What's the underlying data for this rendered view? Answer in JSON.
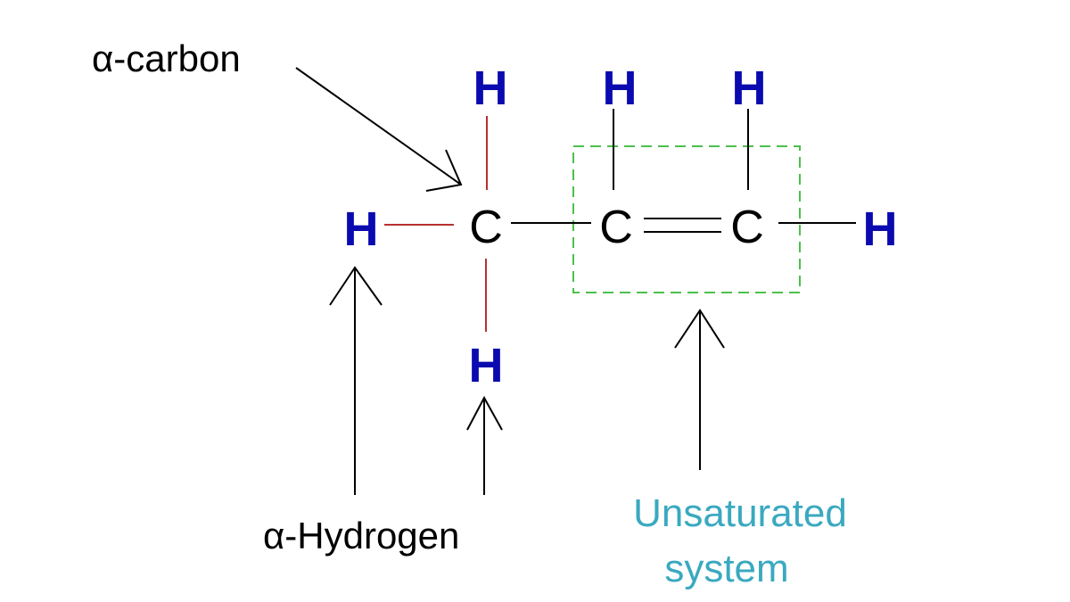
{
  "labels": {
    "alpha_carbon": "α-carbon",
    "alpha_hydrogen": "α-Hydrogen",
    "unsaturated_line1": "Unsaturated",
    "unsaturated_line2": "system"
  },
  "atoms": {
    "h_top_1": "H",
    "h_top_2": "H",
    "h_top_3": "H",
    "h_left": "H",
    "h_right": "H",
    "h_bottom": "H",
    "c1": "C",
    "c2": "C",
    "c3": "C"
  },
  "colors": {
    "hydrogen": "#0a0ab0",
    "alpha_bond": "#b83030",
    "unsaturated_box": "#4cc04c",
    "unsaturated_label": "#3aa9c0"
  }
}
